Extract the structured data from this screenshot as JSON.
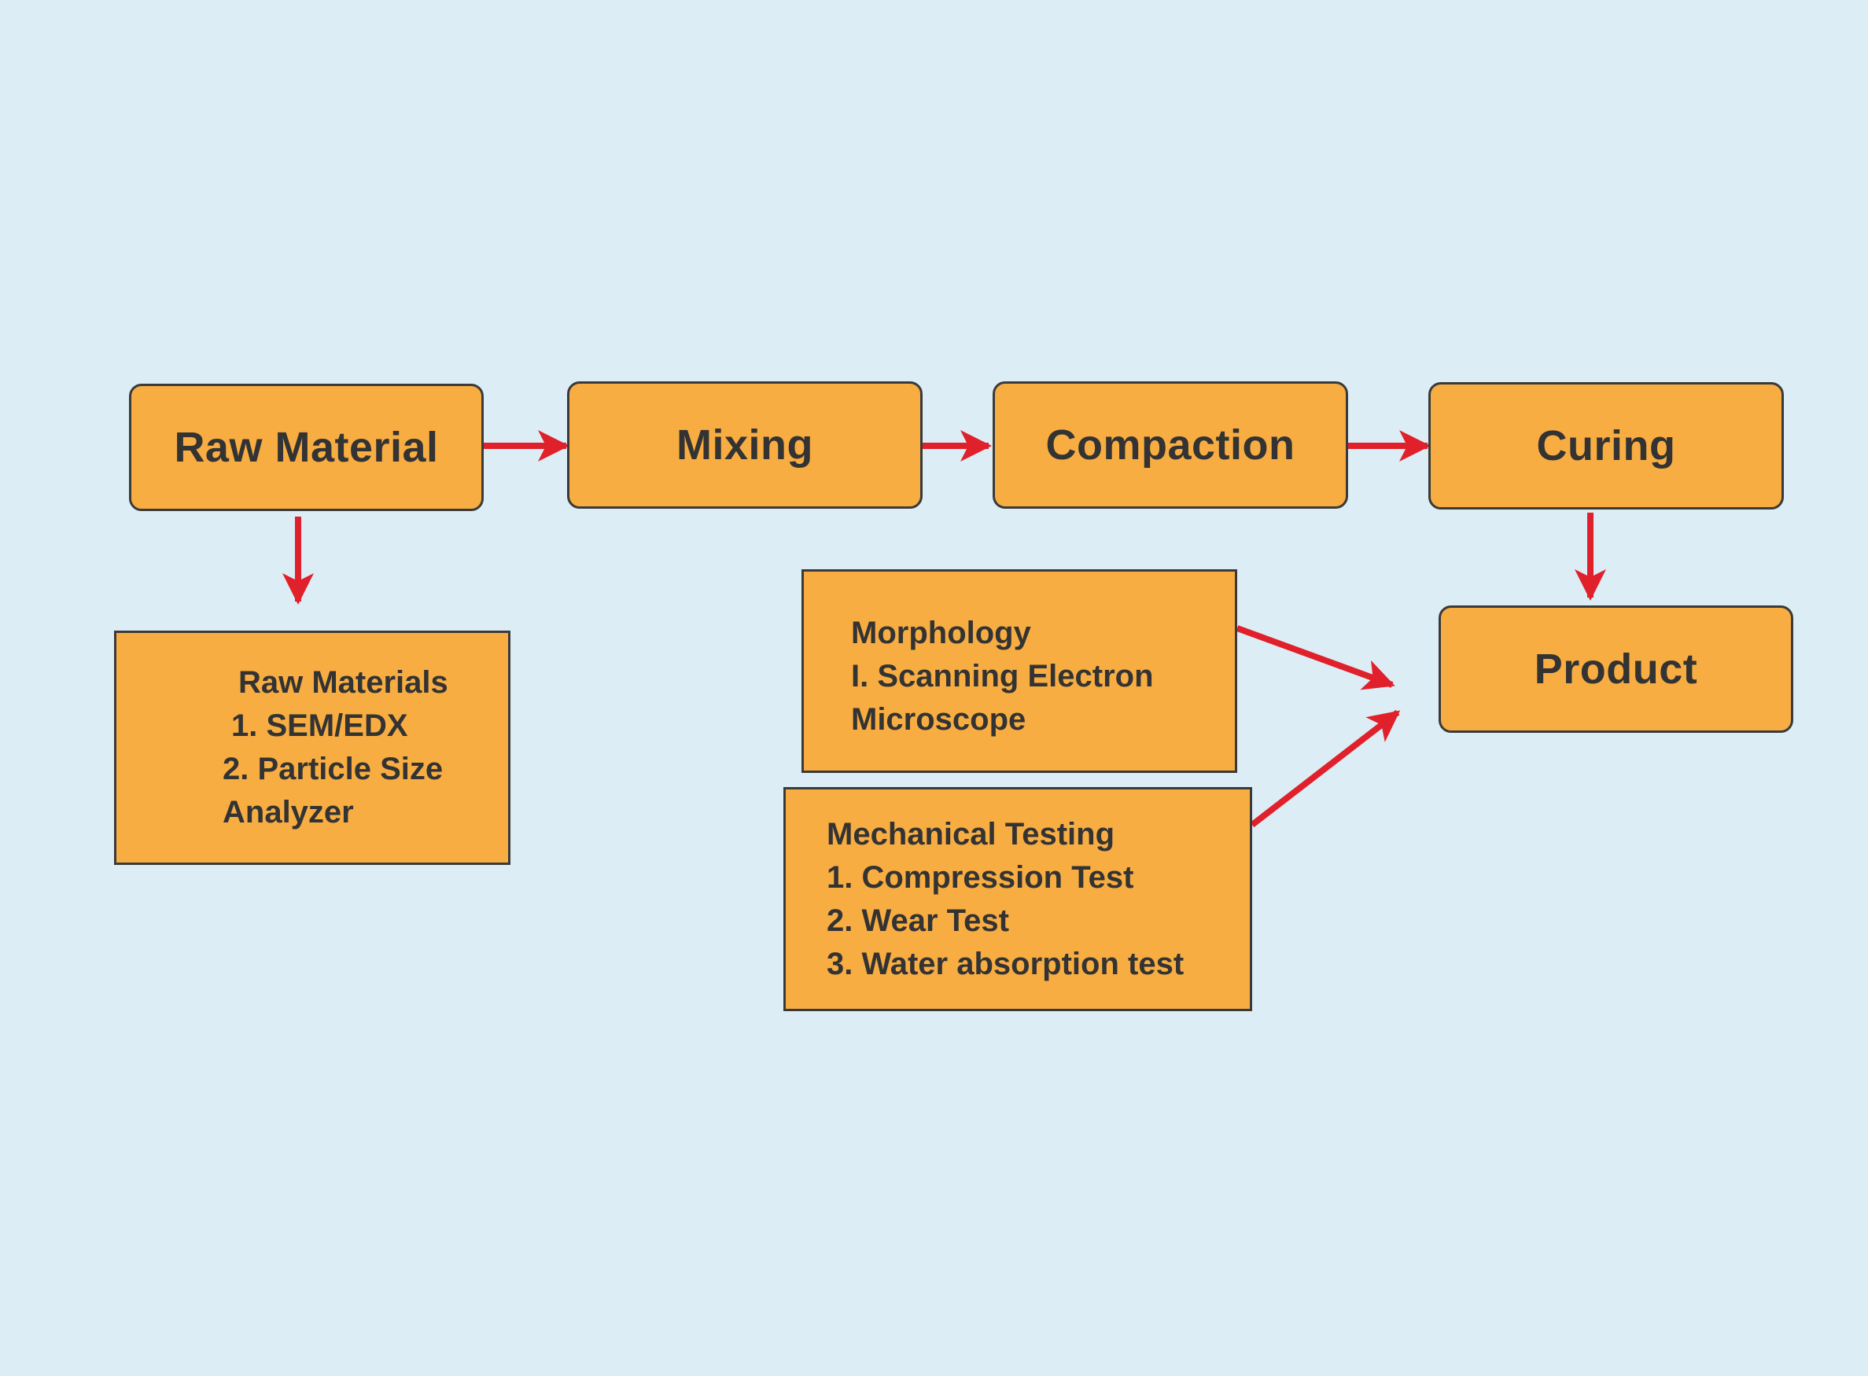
{
  "diagram": {
    "steps": {
      "raw_material": "Raw Material",
      "mixing": "Mixing",
      "compaction": "Compaction",
      "curing": "Curing",
      "product": "Product"
    },
    "raw_materials_box": {
      "title": "Raw Materials",
      "items": [
        "1. SEM/EDX",
        "2. Particle Size",
        "Analyzer"
      ]
    },
    "morphology_box": {
      "title": "Morphology",
      "items": [
        "I. Scanning Electron",
        "Microscope"
      ]
    },
    "mechanical_box": {
      "title": "Mechanical Testing",
      "items": [
        "1. Compression Test",
        "2. Wear Test",
        "3. Water absorption test"
      ]
    }
  },
  "colors": {
    "background": "#dcedf5",
    "box_fill": "#f8ad42",
    "box_border": "#3a3a3a",
    "text": "#333333",
    "arrow": "#e0202a"
  }
}
